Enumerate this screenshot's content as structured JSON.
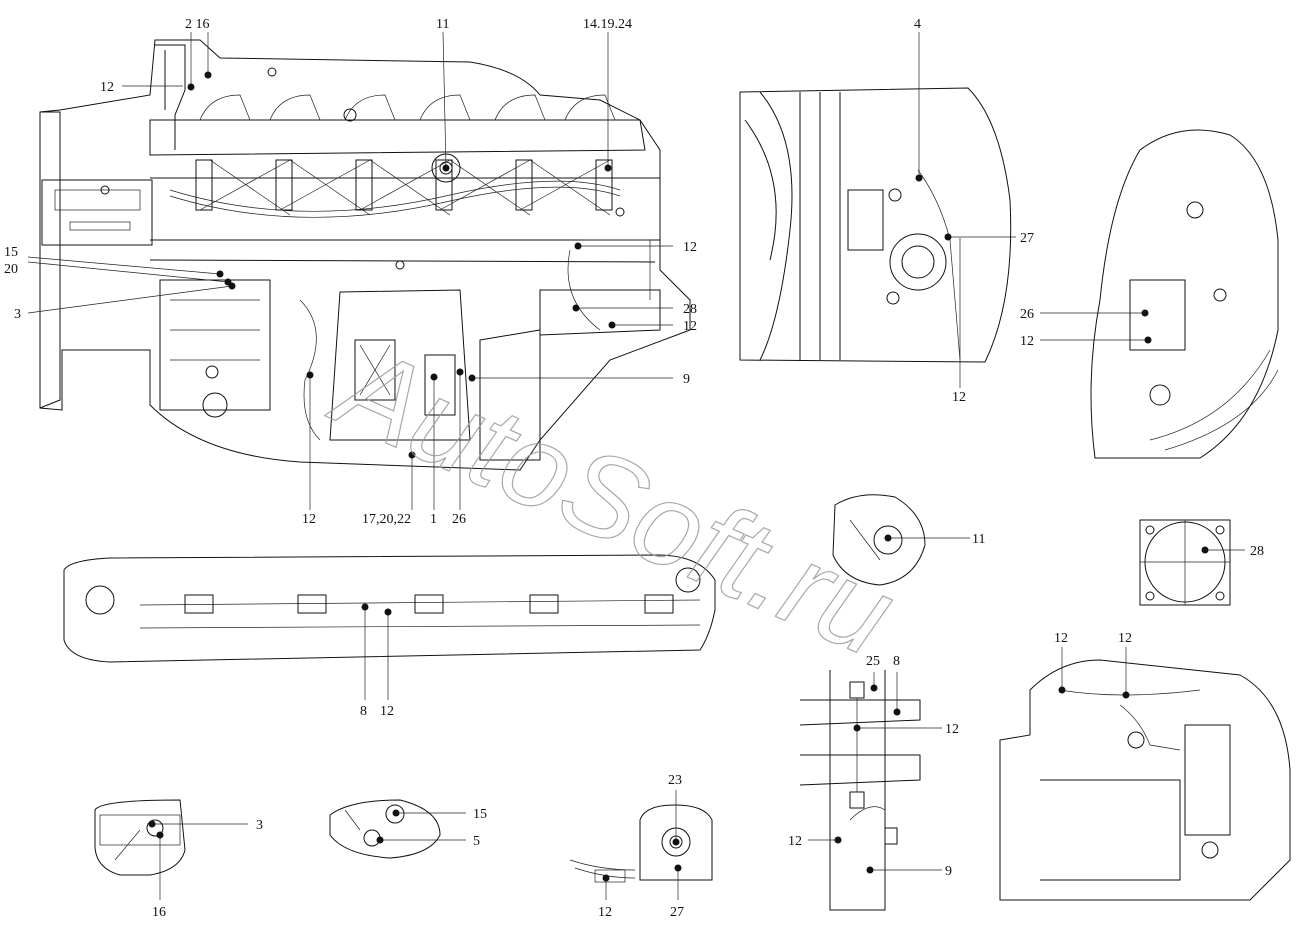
{
  "watermark": "AutoSoft.ru",
  "callouts": {
    "main_2_16": "2 16",
    "main_11": "11",
    "main_14_19_24": "14.19.24",
    "main_12_top": "12",
    "main_15": "15",
    "main_20": "20",
    "main_3": "3",
    "main_12_right_a": "12",
    "main_28": "28",
    "main_12_right_b": "12",
    "main_9": "9",
    "main_12_bottom": "12",
    "main_17_20_22": "17,20,22",
    "main_1": "1",
    "main_26": "26",
    "fan_4": "4",
    "fan_27": "27",
    "fan_12": "12",
    "flywheel_26": "26",
    "flywheel_12": "12",
    "detail_11": "11",
    "plate_28": "28",
    "rail_8": "8",
    "rail_12": "12",
    "bracket_25": "25",
    "bracket_8": "8",
    "bracket_12a": "12",
    "bracket_12b": "12",
    "bracket_9": "9",
    "starter_12a": "12",
    "starter_12b": "12",
    "small_3": "3",
    "small_16": "16",
    "clamp_15": "15",
    "clamp_5": "5",
    "mount_23": "23",
    "mount_12": "12",
    "mount_27": "27"
  }
}
